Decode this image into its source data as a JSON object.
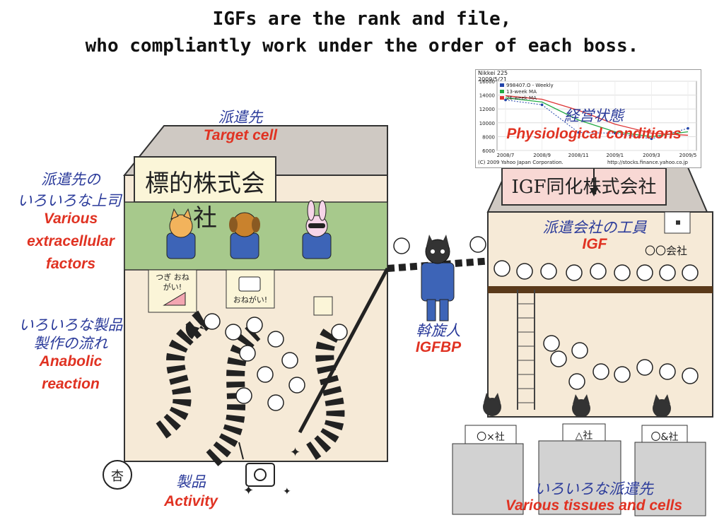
{
  "title": {
    "line1": "IGFs are the rank and file,",
    "line2": "who compliantly work under the order of each boss."
  },
  "signs": {
    "target_company": "標的株式会社",
    "igf_company": "IGF同化株式会社",
    "small_company": "〇〇会社",
    "branch_1": "〇×社",
    "branch_2": "△社",
    "branch_3": "〇&社",
    "cake_note": "つぎ おねがい!",
    "camera_note": "おねがい!",
    "stamp": "杏"
  },
  "labels": {
    "target_jp": "派遣先",
    "target_en": "Target cell",
    "bosses_jp_1": "派遣先の",
    "bosses_jp_2": "いろいろな上司",
    "bosses_en_1": "Various",
    "bosses_en_2": "extracellular",
    "bosses_en_3": "factors",
    "flow_jp_1": "いろいろな製品",
    "flow_jp_2": "製作の流れ",
    "flow_en_1": "Anabolic",
    "flow_en_2": "reaction",
    "product_jp": "製品",
    "product_en": "Activity",
    "broker_jp": "斡旋人",
    "broker_en": "IGFBP",
    "worker_jp": "派遣会社の工員",
    "worker_en": "IGF",
    "condition_jp": "経営状態",
    "condition_en": "Physiological conditions",
    "tissues_jp": "いろいろな派遣先",
    "tissues_en": "Various tissues and cells"
  },
  "stock_chart": {
    "heading_1": "Nikkei 225",
    "heading_2": "2009/5/21",
    "legend": [
      "998407.O - Weekly",
      "13-week MA",
      "26-week MA"
    ],
    "y_ticks": [
      "16000",
      "14000",
      "12000",
      "10000",
      "8000",
      "6000"
    ],
    "x_ticks": [
      "2008/7",
      "2008/9",
      "2008/11",
      "2009/1",
      "2009/3",
      "2009/5"
    ],
    "footer_left": "(C) 2009 Yahoo Japan Corporation.",
    "footer_right": "http://stocks.finance.yahoo.co.jp"
  },
  "colors": {
    "jp_text": "#2a3a9a",
    "en_text": "#e03222",
    "building": "#f6ead7",
    "roof": "#cfc9c3",
    "boss_floor": "#a7c98c",
    "sign_bg": "#fbf5d8",
    "igf_sign_bg": "#f8d8d4",
    "block": "#d2d2d2"
  },
  "chart_data": {
    "type": "line",
    "title": "Nikkei 225",
    "x": [
      "2008/7",
      "2008/9",
      "2008/11",
      "2009/1",
      "2009/3",
      "2009/5"
    ],
    "series": [
      {
        "name": "998407.O - Weekly",
        "values": [
          13300,
          12600,
          8600,
          8500,
          7700,
          9200
        ]
      },
      {
        "name": "13-week MA",
        "values": [
          13600,
          13000,
          10400,
          8700,
          8000,
          8700
        ]
      },
      {
        "name": "26-week MA",
        "values": [
          13900,
          13400,
          11800,
          9800,
          8500,
          8200
        ]
      }
    ],
    "ylim": [
      6000,
      16000
    ]
  }
}
